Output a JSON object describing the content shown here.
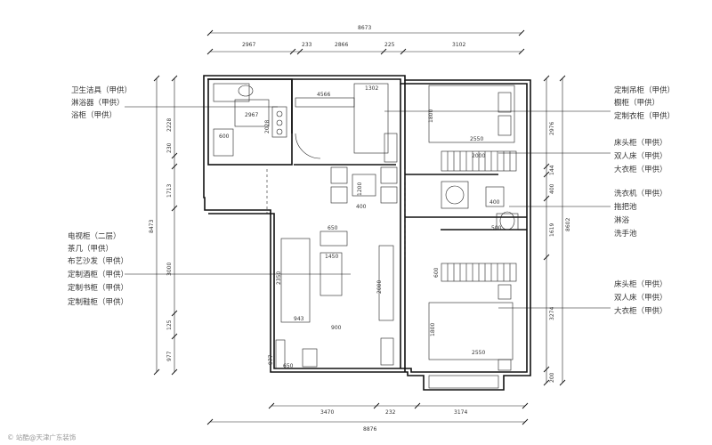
{
  "plan": {
    "top_dims": {
      "total": "8673",
      "segments": [
        "2967",
        "233",
        "2866",
        "225",
        "3102"
      ]
    },
    "bottom_dims": {
      "total": "8876",
      "segments": [
        "3470",
        "232",
        "3174"
      ]
    },
    "left_dims": {
      "total": "8473",
      "segments": [
        "2228",
        "230",
        "1713",
        "3000",
        "125",
        "977"
      ]
    },
    "right_dims": {
      "total": "8602",
      "segments": [
        "2976",
        "144",
        "400",
        "1619",
        "3274",
        "200"
      ]
    },
    "left_labels_top": [
      "卫生洁具（甲供）",
      "淋浴器（甲供）",
      "浴柜（甲供）"
    ],
    "left_labels_bottom": [
      "电视柜（二层）",
      "茶几（甲供）",
      "布艺沙发（甲供）",
      "定制酒柜（甲供）",
      "定制书柜（甲供）",
      "定制鞋柜（甲供）"
    ],
    "right_labels_top": [
      "定制吊柜（甲供）",
      "橱柜（甲供）",
      "定制衣柜（甲供）"
    ],
    "right_labels_mid": [
      "床头柜（甲供）",
      "双人床（甲供）",
      "大衣柜（甲供）"
    ],
    "right_labels_wash": [
      "洗衣机（甲供）",
      "拖把池",
      "淋浴",
      "洗手池"
    ],
    "right_labels_bottom": [
      "床头柜（甲供）",
      "双人床（甲供）",
      "大衣柜（甲供）"
    ],
    "room_dims": {
      "bath_top": "2967",
      "bath_w": "600",
      "bath_h": "2028",
      "kitchen_w": "4566",
      "kitchen_top": "1302",
      "bed1_w": "1800",
      "bed1_bed": "2550",
      "bed1_robe": "2000",
      "dining_a": "1200",
      "dining_b": "400",
      "tv_w": "650",
      "sofa_w": "1450",
      "sofa_depth": "2350",
      "living_depth": "2000",
      "bottom_a": "943",
      "bottom_b": "900",
      "bed2_bed": "2550",
      "bed2_h": "1800",
      "bed2_side": "600",
      "wash_w": "400",
      "wash_b": "500",
      "hall_a": "977",
      "hall_b": "650"
    },
    "watermark": "© 站酷@天津广东装饰"
  }
}
